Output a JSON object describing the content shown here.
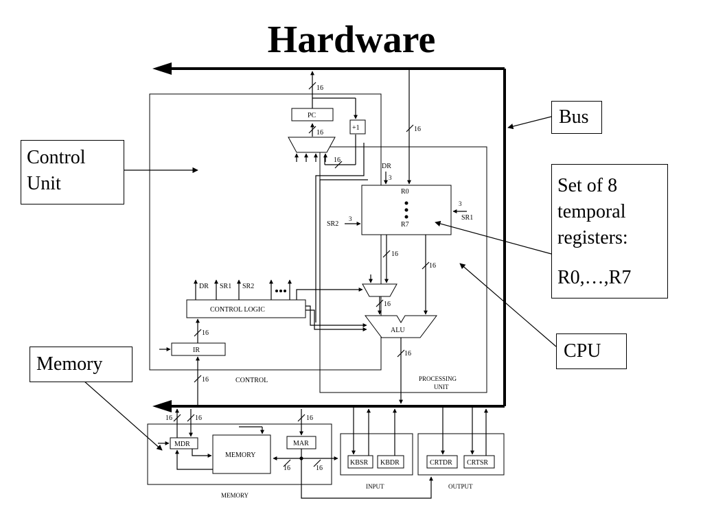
{
  "slide": {
    "title": "Hardware",
    "callouts": {
      "control_unit": [
        "Control",
        "Unit"
      ],
      "memory": "Memory",
      "bus": "Bus",
      "registers": [
        "Set of 8",
        "temporal",
        "registers:",
        "",
        "R0,…,R7"
      ],
      "cpu": "CPU"
    }
  },
  "diagram": {
    "bus_width": "16",
    "register_select_width": "3",
    "blocks": {
      "pc": "PC",
      "incrementer": "+1",
      "control_logic": "CONTROL LOGIC",
      "ir": "IR",
      "r0": "R0",
      "r7": "R7",
      "alu": "ALU",
      "mdr": "MDR",
      "memory": "MEMORY",
      "mar": "MAR",
      "kbsr": "KBSR",
      "kbdr": "KBDR",
      "crtdr": "CRTDR",
      "crtsr": "CRTSR"
    },
    "regions": {
      "control": "CONTROL",
      "processing": [
        "PROCESSING",
        "UNIT"
      ],
      "memory": "MEMORY",
      "input": "INPUT",
      "output": "OUTPUT"
    },
    "signals": {
      "dr": "DR",
      "sr1": "SR1",
      "sr2": "SR2"
    }
  }
}
